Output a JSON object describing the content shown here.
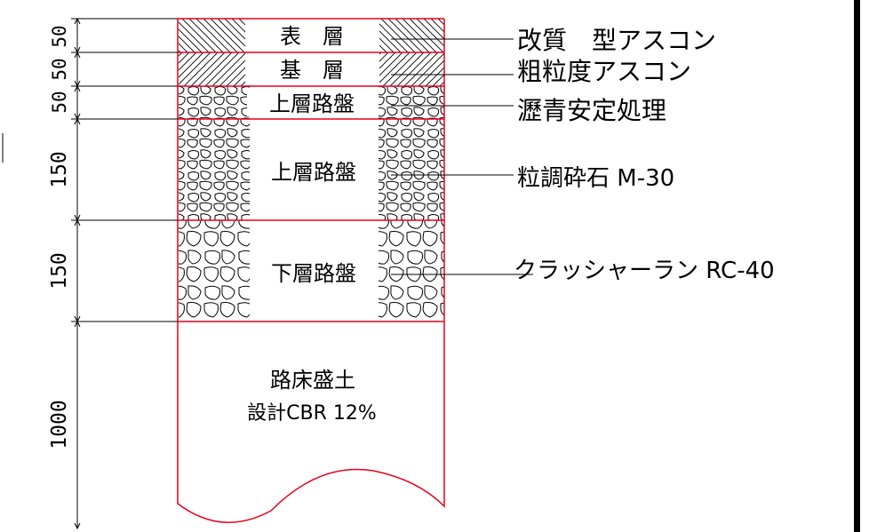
{
  "layers": [
    {
      "key": "surface",
      "label": "表　層",
      "thickness": "50",
      "material": "改質　型アスコン"
    },
    {
      "key": "binder",
      "label": "基　層",
      "thickness": "50",
      "material": "粗粒度アスコン"
    },
    {
      "key": "upperA",
      "label": "上層路盤",
      "thickness": "50",
      "material": "瀝青安定処理"
    },
    {
      "key": "upperB",
      "label": "上層路盤",
      "thickness": "150",
      "material": "粒調砕石 M-30"
    },
    {
      "key": "lower",
      "label": "下層路盤",
      "thickness": "150",
      "material": "クラッシャーラン RC-40"
    },
    {
      "key": "subgrade",
      "label": "路床盛土",
      "label2": "設計CBR 12%",
      "thickness": "1000"
    }
  ],
  "colors": {
    "outline": "#e8001c",
    "ink": "#000000",
    "background": "#ffffff"
  }
}
